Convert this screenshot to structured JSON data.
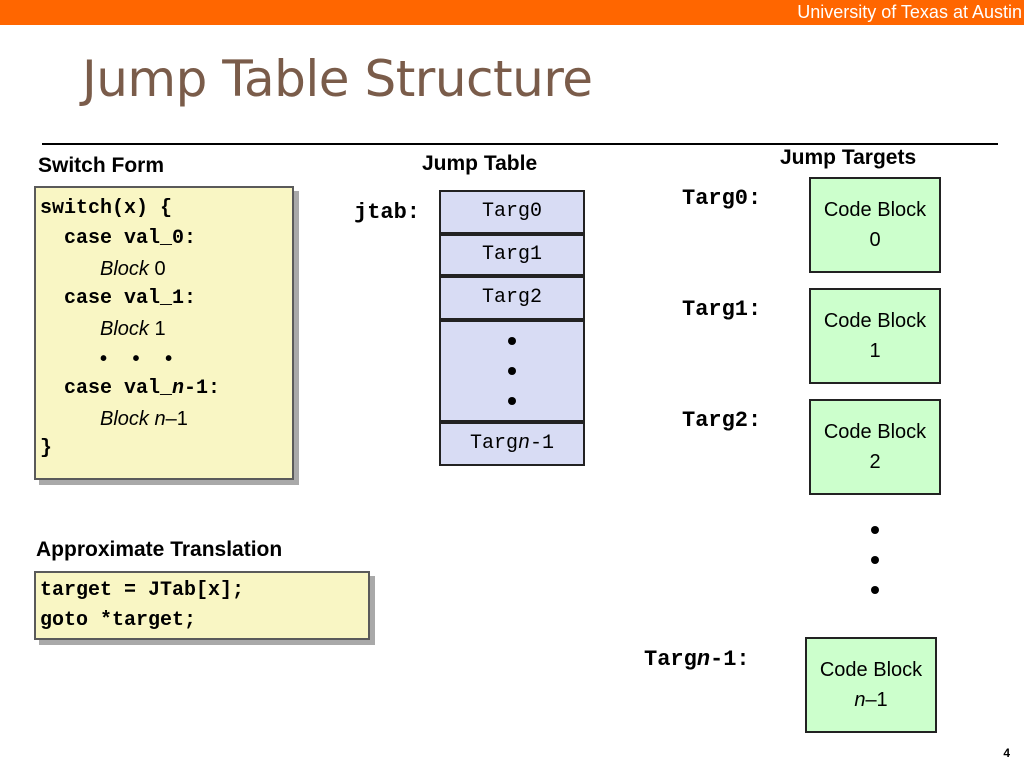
{
  "header": {
    "institution": "University of Texas at Austin"
  },
  "title": "Jump Table Structure",
  "switch_form": {
    "heading": "Switch Form",
    "lines": {
      "l1": "switch(x) {",
      "l2": "  case val_0:",
      "l3_word": "Block",
      "l3_num": " 0",
      "l4": "  case val_1:",
      "l5_word": "Block",
      "l5_num": " 1",
      "l6": "• • •",
      "l7_pre": "  case val_",
      "l7_n": "n",
      "l7_post": "-1:",
      "l8_word": "Block n",
      "l8_num": "–1",
      "l9": "}"
    }
  },
  "translation": {
    "heading": "Approximate Translation",
    "line1": "target = JTab[x];",
    "line2": "goto *target;"
  },
  "jump_table": {
    "heading": "Jump Table",
    "label": "jtab:",
    "entries": {
      "e0": "Targ0",
      "e1": "Targ1",
      "e2": "Targ2",
      "last_pre": "Targ",
      "last_n": "n",
      "last_post": "-1"
    }
  },
  "jump_targets": {
    "heading": "Jump Targets",
    "labels": {
      "t0": "Targ0:",
      "t1": "Targ1:",
      "t2": "Targ2:",
      "tn_pre": "Targ",
      "tn_n": "n",
      "tn_post": "-1:"
    },
    "blocks": {
      "b0_line1": "Code Block",
      "b0_line2": "0",
      "b1_line1": "Code Block",
      "b1_line2": "1",
      "b2_line1": "Code Block",
      "b2_line2": "2",
      "bn_line1": "Code Block",
      "bn_n": "n",
      "bn_rest": "–1"
    }
  },
  "page_number": "4",
  "colors": {
    "top_bar": "#ff6600",
    "title": "#7a5c4a",
    "code_box_bg": "#f9f6c4",
    "table_bg": "#d8dcf4",
    "block_bg": "#ccffcc"
  }
}
